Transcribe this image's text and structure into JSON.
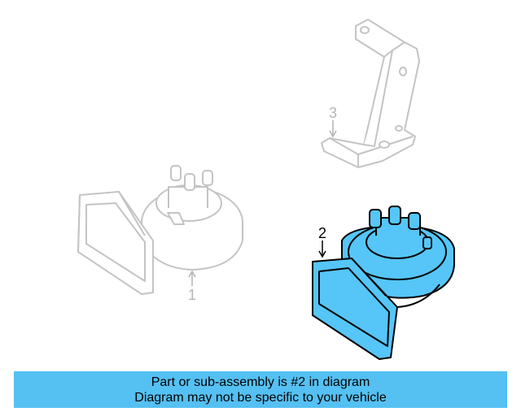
{
  "colors": {
    "highlight": "#55c6f7",
    "faded_line": "#c4c4c4",
    "banner": "#55c0f2",
    "outline": "#000000"
  },
  "callouts": [
    {
      "id": "1",
      "label": "1",
      "state": "faded"
    },
    {
      "id": "2",
      "label": "2",
      "state": "highlighted"
    },
    {
      "id": "3",
      "label": "3",
      "state": "faded"
    }
  ],
  "parts": [
    {
      "name": "bracket",
      "callout": "3",
      "highlighted": false
    },
    {
      "name": "horn",
      "callout": "1",
      "highlighted": false
    },
    {
      "name": "horn",
      "callout": "2",
      "highlighted": true
    }
  ],
  "banner": {
    "line1": "Part or sub-assembly is #2 in diagram",
    "line2": "Diagram may not be specific to your vehicle"
  }
}
